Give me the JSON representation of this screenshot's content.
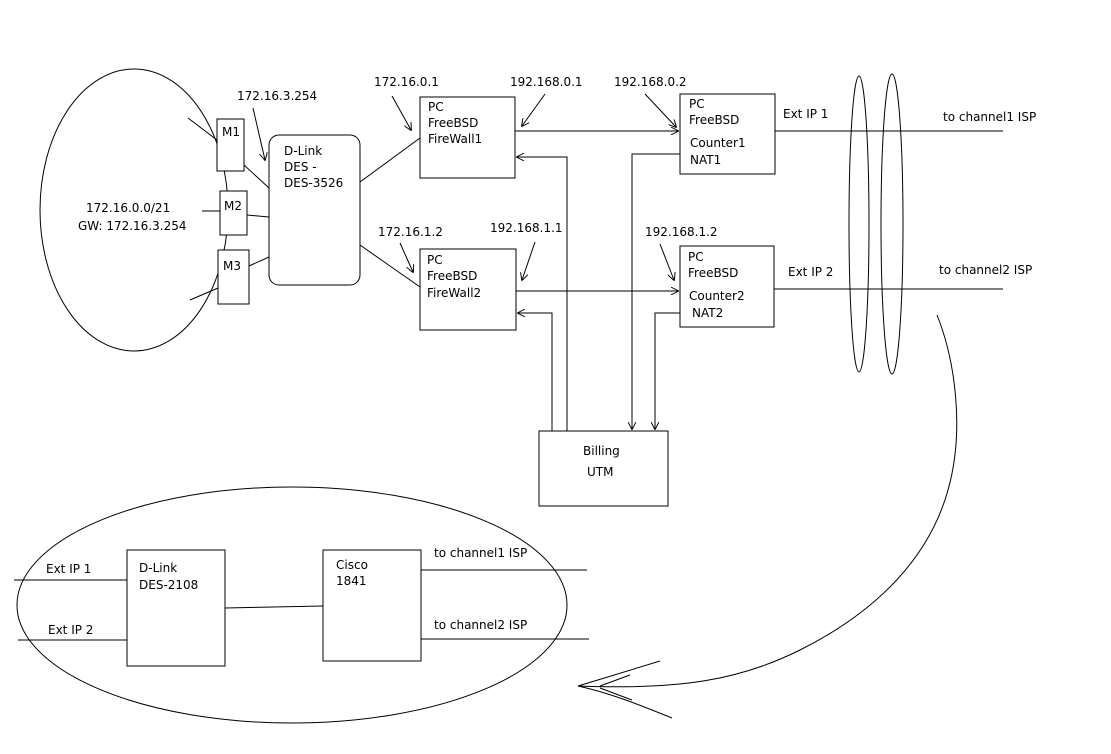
{
  "network": {
    "subnet": "172.16.0.0/21",
    "gateway": "GW: 172.16.3.254",
    "modems": [
      "M1",
      "M2",
      "M3"
    ],
    "switch_ip": "172.16.3.254",
    "switch": {
      "l1": "D-Link",
      "l2": "DES -",
      "l3": "DES-3526"
    }
  },
  "firewall1": {
    "l1": "PC",
    "l2": "FreeBSD",
    "l3": "FireWall1",
    "ip_in": "172.16.0.1",
    "ip_out": "192.168.0.1"
  },
  "firewall2": {
    "l1": "PC",
    "l2": "FreeBSD",
    "l3": "FireWall2",
    "ip_in": "172.16.1.2",
    "ip_out": "192.168.1.1"
  },
  "counter1": {
    "l1": "PC",
    "l2": "FreeBSD",
    "l3": "Counter1",
    "l4": "NAT1",
    "ip": "192.168.0.2",
    "ext": "Ext IP 1",
    "channel": "to channel1 ISP"
  },
  "counter2": {
    "l1": "PC",
    "l2": "FreeBSD",
    "l3": "Counter2",
    "l4": "NAT2",
    "ip": "192.168.1.2",
    "ext": "Ext IP 2",
    "channel": "to channel2 ISP"
  },
  "billing": {
    "l1": "Billing",
    "l2": "UTM"
  },
  "bottom": {
    "ext1": "Ext IP 1",
    "ext2": "Ext IP 2",
    "switch": {
      "l1": "D-Link",
      "l2": "DES-2108"
    },
    "router": {
      "l1": "Cisco",
      "l2": "1841"
    },
    "channel1": "to channel1 ISP",
    "channel2": "to channel2 ISP"
  }
}
